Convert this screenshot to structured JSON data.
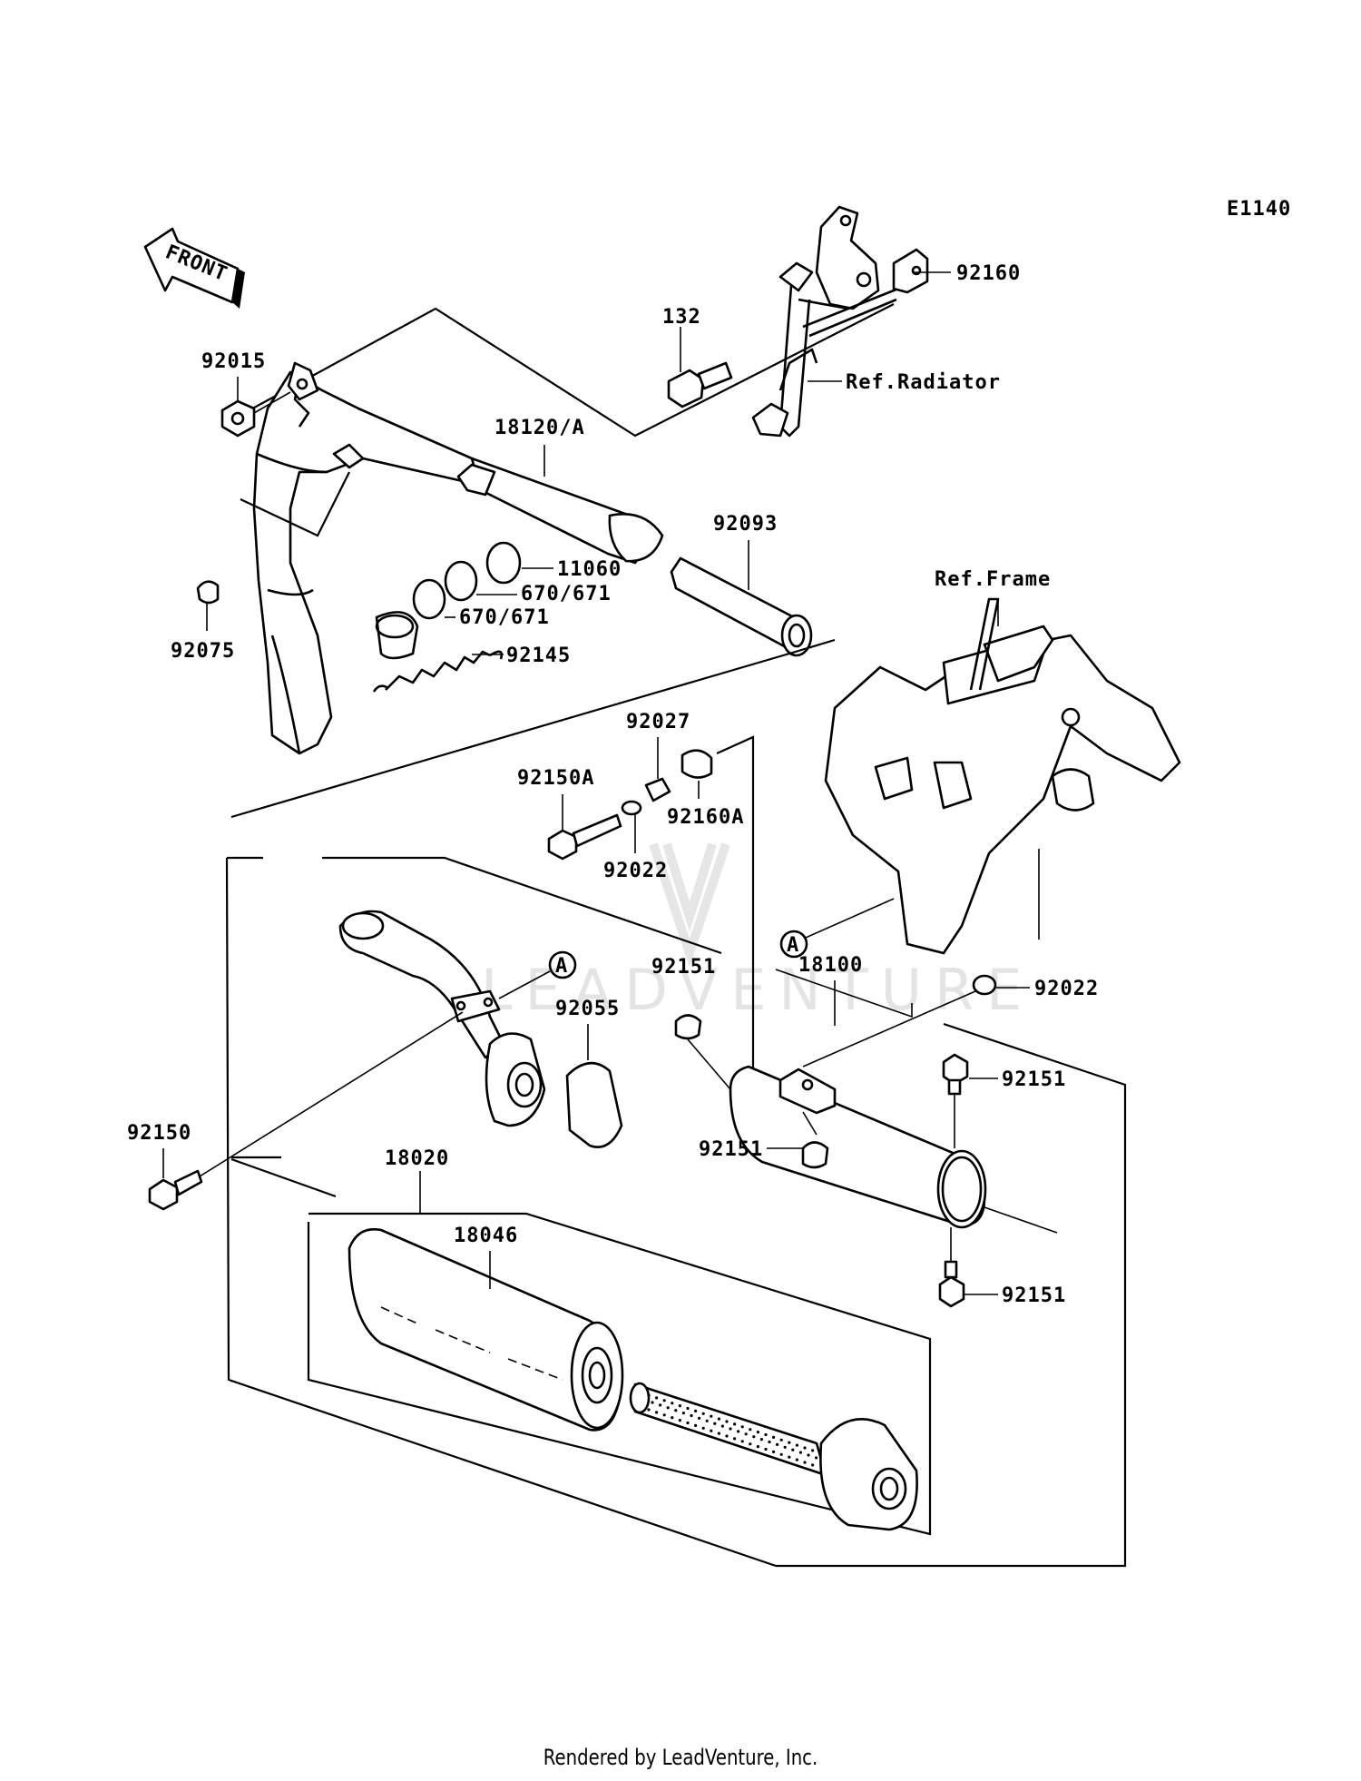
{
  "diagram_code": "E1140",
  "front_label": "FRONT",
  "watermark": "LEADVENTURE",
  "footer": "Rendered by LeadVenture, Inc.",
  "callouts": {
    "p92160": "92160",
    "p132": "132",
    "ref_radiator": "Ref.Radiator",
    "p92015": "92015",
    "p18120A": "18120/A",
    "p92093": "92093",
    "p11060": "11060",
    "p670_671_a": "670/671",
    "p670_671_b": "670/671",
    "p92075": "92075",
    "p92145": "92145",
    "ref_frame": "Ref.Frame",
    "p92027": "92027",
    "p92150A": "92150A",
    "p92160A": "92160A",
    "p92022_a": "92022",
    "ref_A_frame": "A",
    "p18100": "18100",
    "p92151_top": "92151",
    "ref_A_pipe": "A",
    "p92055": "92055",
    "p92022_b": "92022",
    "p92151_right": "92151",
    "p92150": "92150",
    "p18020": "18020",
    "p18046": "18046",
    "p92151_mid": "92151",
    "p92151_bottom": "92151"
  }
}
